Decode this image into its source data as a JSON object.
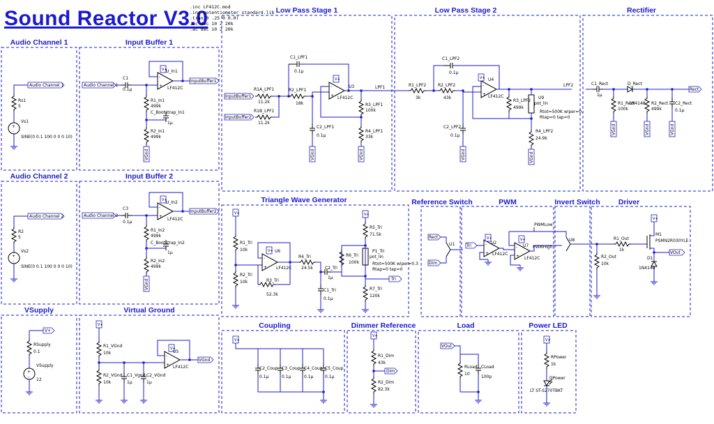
{
  "title": "Sound Reactor V3.0",
  "directives": [
    ".inc LF412C.mod",
    ".inc potentiometer_standard.lib",
    ".tran 0 .25 0 0.0(",
    ".ac dec 10 2 20k",
    ".ac dec 10 2 20k"
  ],
  "blocks": {
    "audio1": "Audio Channel 1",
    "buffer1": "Input Buffer 1",
    "lpf1": "Low Pass Stage 1",
    "lpf2": "Low Pass Stage 2",
    "rect": "Rectifier",
    "audio2": "Audio Channel 2",
    "buffer2": "Input Buffer 2",
    "tri": "Triangle Wave Generator",
    "refsw": "Reference Switch",
    "pwm": "PWM",
    "invsw": "Invert Switch",
    "driver": "Driver",
    "vsupply": "VSupply",
    "vground": "Virtual Ground",
    "coupling": "Coupling",
    "dimref": "Dimmer Reference",
    "load": "Load",
    "led": "Power LED"
  },
  "labels": {
    "ac1": "Audio Channel 1",
    "ac2": "Audio Channel 2",
    "rs1": "Rs1",
    "rs1v": "5",
    "vs1": "Vs1",
    "sine": "SINE(0 0.1 100 0 0 0 10)",
    "r2a": "R2",
    "r2av": "5",
    "vs2": "Vs2",
    "c1": "C1",
    "c1v": "0.1µ",
    "uin1": "U_In1",
    "r1in1": "R1_In1",
    "r1in1v": "499k",
    "cboot1": "C_Bootstrap_In1",
    "cboot1v": "1µ",
    "r2in1": "R2_In1",
    "r2in1v": "499k",
    "ib1": "InputBuffer1",
    "vgnd": "VGnd",
    "lf412c": "LF412C",
    "c3": "C3",
    "c3v": "0.1µ",
    "uin2": "U_In2",
    "r1in2": "R1_In2",
    "r1in2v": "499k",
    "cboot2": "C_Bootstrap_In2",
    "cboot2v": "1µ",
    "r2in2": "R2_In2",
    "r2in2v": "499k",
    "ib2": "InputBuffer2",
    "r1alpf1": "R1A_LPF1",
    "r1alpf1v": "11.2k",
    "r1blpf1": "R1B_LPF1",
    "r1blpf1v": "11.2k",
    "c1lpf1": "C1_LPF1",
    "c1lpf1v": "0.1µ",
    "r2lpf1": "R2_LPF1",
    "r2lpf1v": "18k",
    "u3": "U3",
    "r3lpf1": "R3_LPF1",
    "r3lpf1v": "100k",
    "r4lpf1": "R4_LPF1",
    "r4lpf1v": "33k",
    "c2lpf1": "C2_LPF1",
    "c2lpf1v": "0.1µ",
    "lpf1net": "LPF1",
    "r1lpf2": "R1_LPF2",
    "r1lpf2v": "3k",
    "r2lpf2": "R2_LPF2",
    "r2lpf2v": "43k",
    "c1lpf2": "C1_LPF2",
    "c1lpf2v": "0.1µ",
    "u4": "U4",
    "r3lpf2": "R3_LPF2",
    "r3lpf2v": "499k",
    "u9": "U9",
    "potlin": "pot_lin",
    "pot9": "Rtot=500K wiper=0.",
    "pot9b": "Rtap=0 tap=0",
    "c2lpf2": "C2_LPF2",
    "c2lpf2v": "0.1µ",
    "r4lpf2": "R4_LPF2",
    "r4lpf2v": "24.9k",
    "lpf2net": "LPF2",
    "c1rect": "C1_Rect",
    "c1rectv": "1µ",
    "drect": "D_Rect",
    "drectv": "1N4148",
    "r1rect": "R1_Rect",
    "r1rectv": "100k",
    "r2rect": "R2_Rect",
    "r2rectv": "499k",
    "c2rect": "C2_Rect",
    "c2rectv": "0.1µ",
    "rectnet": "Rect",
    "r1tri": "R1_Tri",
    "r1triv": "10k",
    "r2tri": "R2_Tri",
    "r2triv": "10k",
    "u6": "U6",
    "r3tri": "R3_Tri",
    "r3triv": "52.3k",
    "r4tri": "R4_Tri",
    "r4triv": "24.5k",
    "c2tri": "C2_Tri",
    "c2triv": "1µ",
    "c1tri": "C1_Tri",
    "c1triv": "0.1µ",
    "r5tri": "R5_Tri",
    "r5triv": "71.5k",
    "r6tri": "R6_Tri",
    "r6triv": "100k",
    "p1tri": "P1_Tri",
    "pot1": "Rtot=500K wiper=0.3",
    "pot1b": "Rtap=0 tap=0",
    "r7tri": "R7_Tri",
    "r7triv": "120k",
    "trinet": "Tri",
    "u1": "U1",
    "dim": "Dim",
    "u2": "U2",
    "u7": "U7",
    "pwmlow": "PWMLow",
    "pwmhigh": "PWMHigh",
    "u8": "U8",
    "r1out": "R1_Out",
    "r1outv": "1k",
    "m1": "M1",
    "m1v": "PSMN2R030YLE",
    "r2out": "R2_Out",
    "r2outv": "10k",
    "d1": "D1",
    "d1v": "1N4148",
    "vout": "VOut",
    "rsupply": "RSupply",
    "rsupplyv": "0.1",
    "vsupplyn": "VSupply",
    "vsupplyv": "12",
    "vplus": "V+",
    "r1vgnd": "R1_VGnd",
    "r1vgndv": "10k",
    "r2vgnd": "R2_VGnd",
    "r2vgndv": "10k",
    "c1vgnd": "C1_Vgnd",
    "c1vgndv": "1µ",
    "c2vgnd": "C2_VGnd",
    "c2vgndv": "1µ",
    "u5": "U5",
    "c2coup": "C2_Coup",
    "c3coup": "C3_Coup",
    "c4coup": "C4_Coup",
    "c5coup": "C5_Coup",
    "coupv": "0.1µ",
    "r1dim": "R1_Dim",
    "r1dimv": "43k",
    "r2dim": "R2_Dim",
    "r2dimv": "82.3k",
    "rload": "RLoad",
    "rloadv": "10",
    "cload": "CLoad",
    "cloadv": "100p",
    "rpower": "RPower",
    "rpowerv": "1k",
    "dpower": "DPower",
    "dpowerv": "LT ST-S270TBKT"
  },
  "colors": {
    "wire": "#1a1acc",
    "title": "#1a1acc",
    "component": "#000000"
  }
}
